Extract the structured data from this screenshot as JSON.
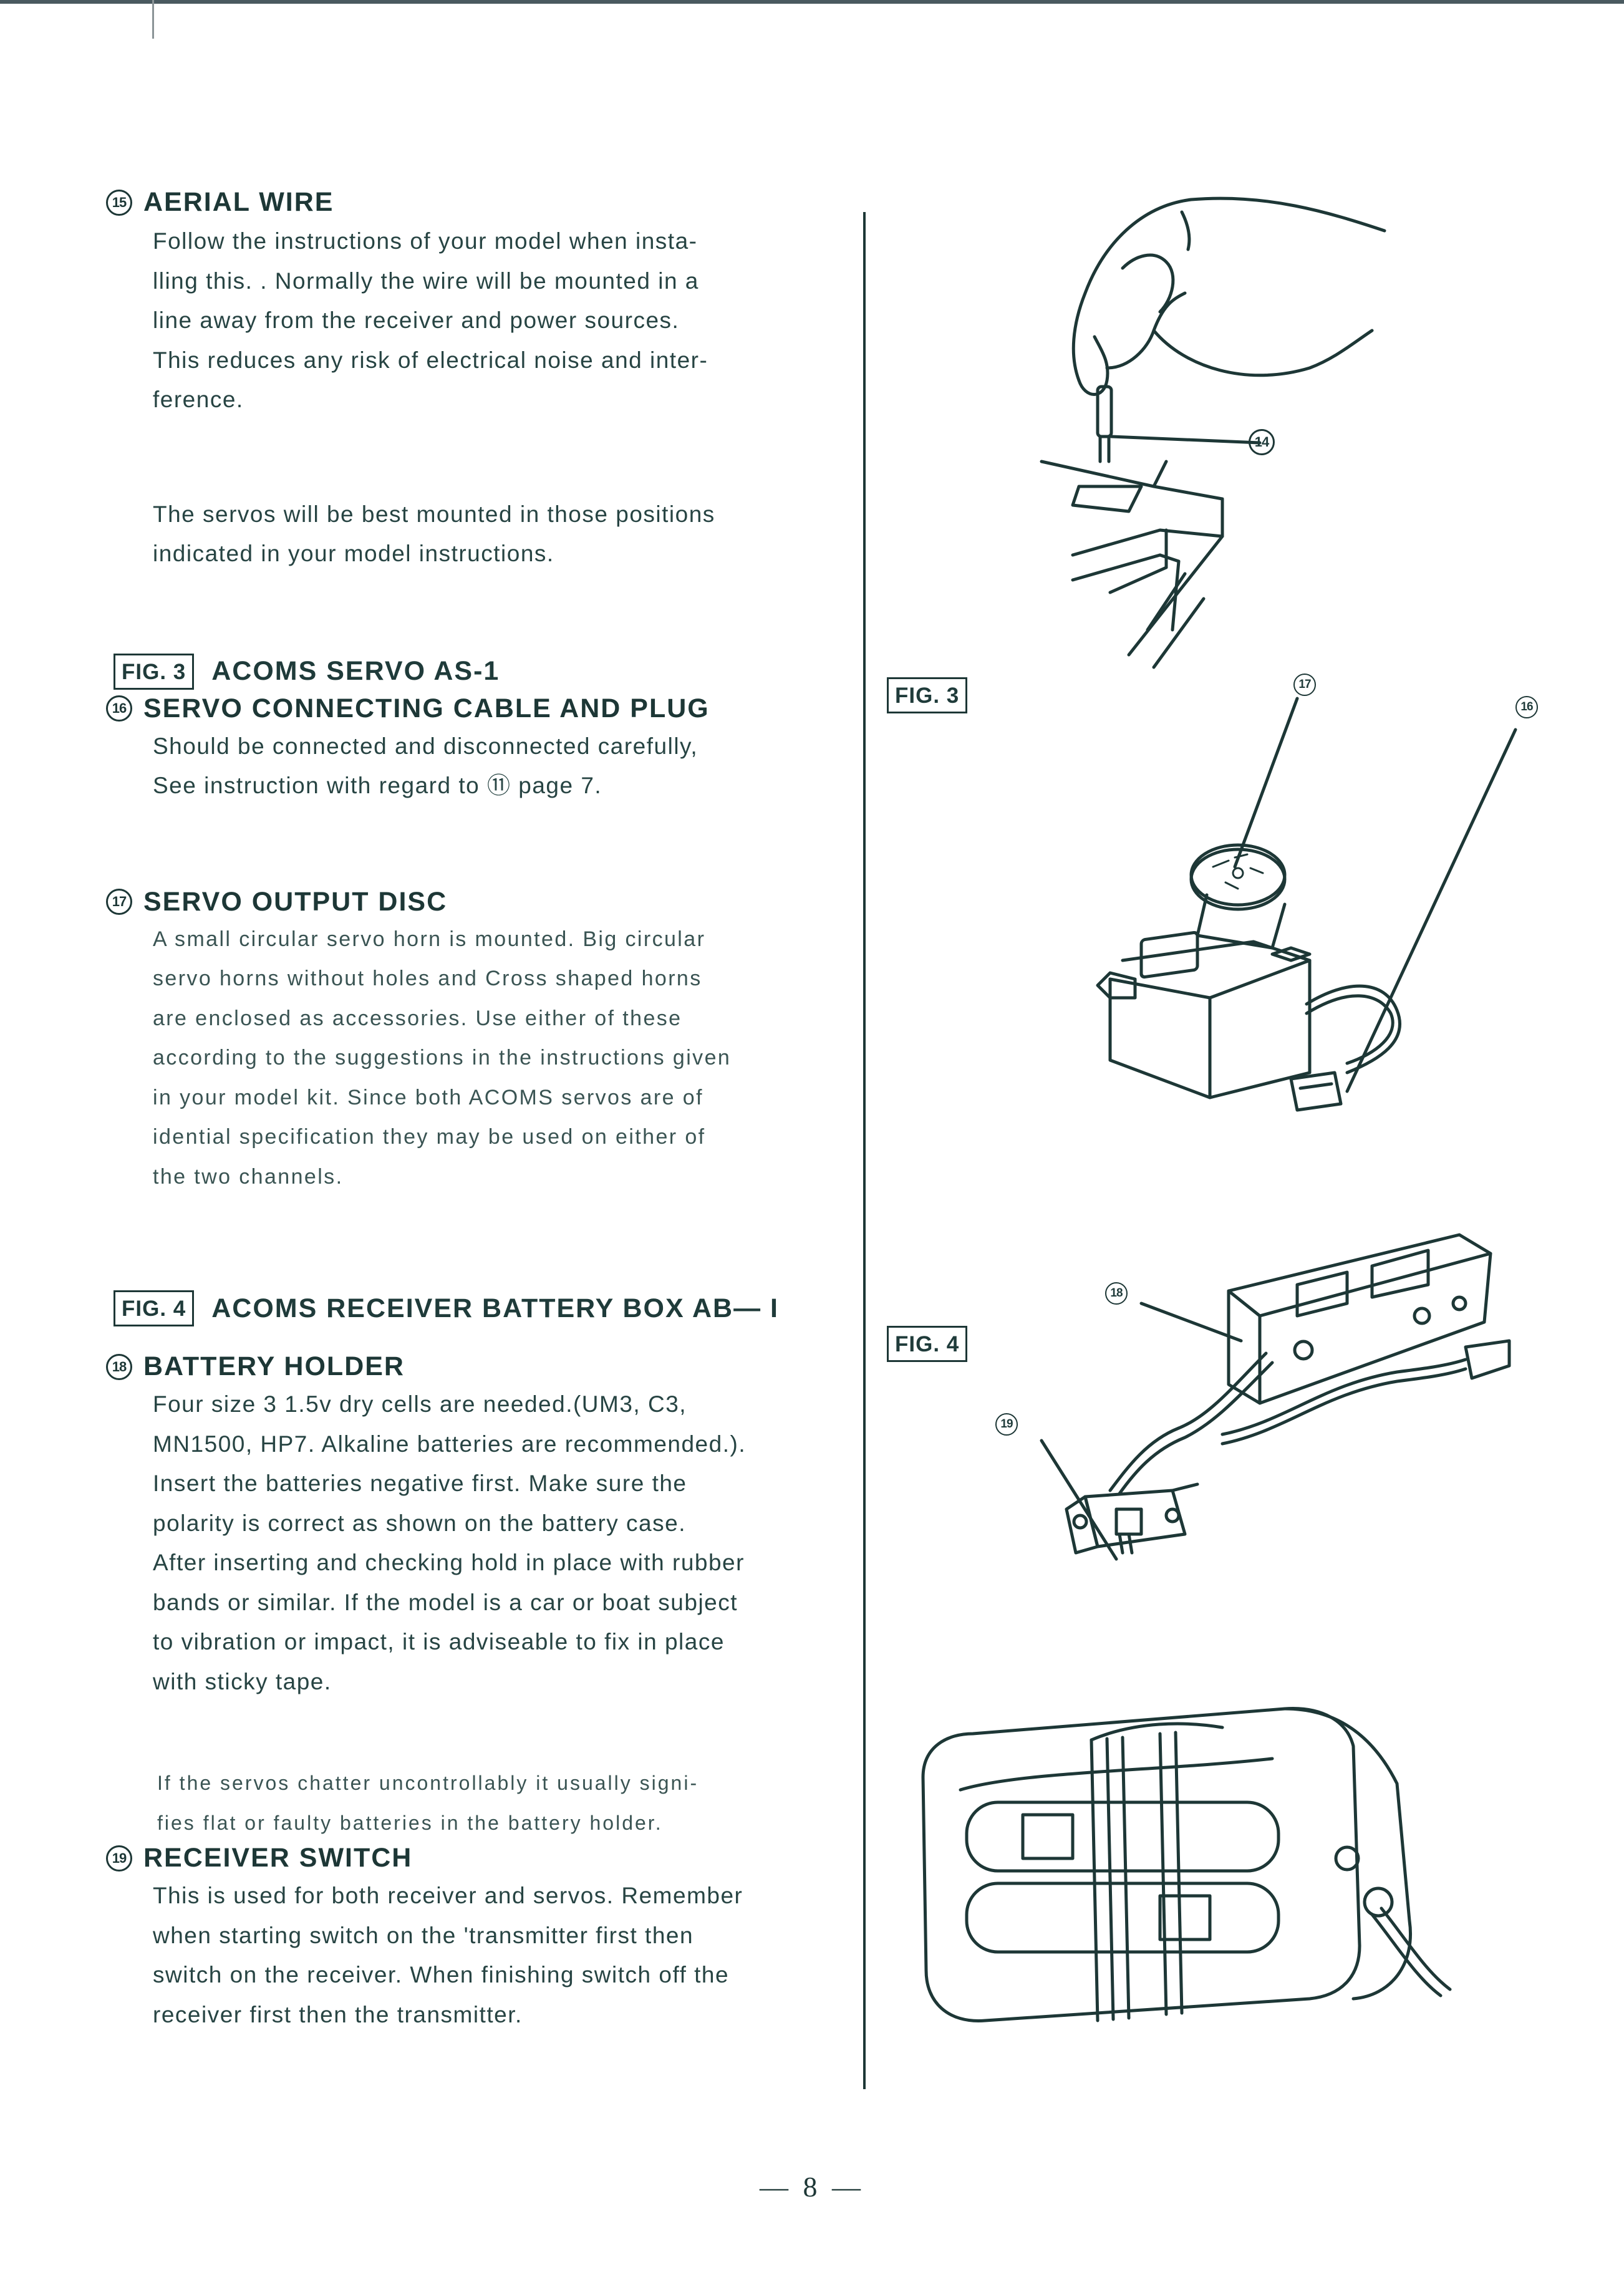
{
  "page_number": "— 8 —",
  "sections": {
    "s15": {
      "num": "15",
      "title": "AERIAL WIRE",
      "lines": [
        "Follow the instructions of your model when insta-",
        "lling this. . Normally the wire will be mounted in a",
        "line away from the receiver and power sources.",
        "This reduces any risk of electrical noise and inter-",
        "ference."
      ]
    },
    "servo_note": {
      "lines": [
        "The servos will be best mounted in those positions",
        "indicated in your model instructions."
      ]
    },
    "fig3": {
      "label": "FIG. 3",
      "title": "ACOMS SERVO AS-1"
    },
    "s16": {
      "num": "16",
      "title": "SERVO CONNECTING CABLE AND PLUG",
      "lines": [
        "Should be connected and disconnected carefully,",
        "See instruction with regard to ⑪ page 7."
      ]
    },
    "s17": {
      "num": "17",
      "title": "SERVO OUTPUT DISC",
      "lines": [
        "A small circular servo horn is mounted. Big circular",
        "servo horns without holes and Cross shaped horns",
        "are enclosed as accessories. Use either of these",
        "according to the suggestions in the instructions given",
        "in your model kit. Since both ACOMS servos are of",
        "idential specification they may be used on either of",
        "the two channels."
      ]
    },
    "fig4": {
      "label": "FIG. 4",
      "title": "ACOMS RECEIVER BATTERY BOX AB— I"
    },
    "s18": {
      "num": "18",
      "title": "BATTERY HOLDER",
      "lines": [
        "Four size 3 1.5v dry cells are needed.(UM3, C3,",
        "MN1500, HP7. Alkaline batteries are recommended.).",
        "Insert the batteries negative first. Make sure the",
        "polarity is correct as shown on the battery case.",
        "After inserting and checking hold in place with rubber",
        "bands or similar. If the model is a car or boat subject",
        "to vibration or impact, it is adviseable to fix in place",
        "with sticky tape."
      ]
    },
    "chatter_note": {
      "lines": [
        "If the servos chatter uncontrollably it usually signi-",
        "fies flat or faulty batteries in the battery holder."
      ]
    },
    "s19": {
      "num": "19",
      "title": "RECEIVER SWITCH",
      "lines": [
        "This is used for both receiver and servos. Remember",
        "when starting switch on the 'transmitter first then",
        "switch on the receiver. When finishing switch off the",
        "receiver first then the transmitter."
      ]
    }
  },
  "figures": {
    "fig3_label": "FIG. 3",
    "fig4_label": "FIG. 4",
    "callout_14": "14",
    "callout_17": "17",
    "callout_16": "16",
    "callout_18": "18",
    "callout_19": "19"
  }
}
